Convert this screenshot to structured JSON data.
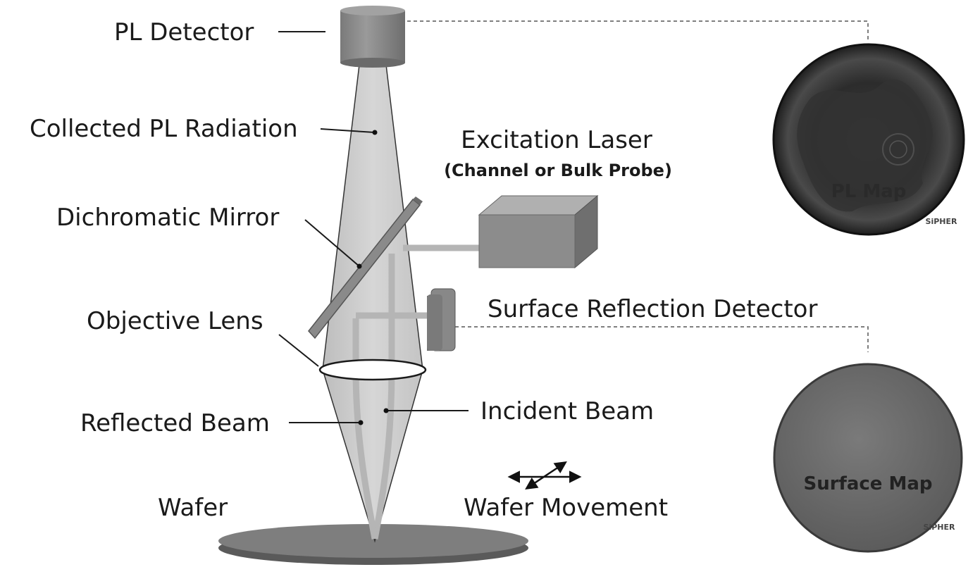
{
  "labels": {
    "pl_detector": "PL Detector",
    "collected_pl_radiation": "Collected PL Radiation",
    "excitation_laser": "Excitation Laser",
    "excitation_laser_sub": "(Channel or Bulk Probe)",
    "dichromatic_mirror": "Dichromatic Mirror",
    "surface_reflection_detector": "Surface Reflection Detector",
    "objective_lens": "Objective Lens",
    "reflected_beam": "Reflected Beam",
    "incident_beam": "Incident Beam",
    "wafer": "Wafer",
    "wafer_movement": "Wafer Movement"
  },
  "maps": {
    "pl_map_label": "PL Map",
    "surface_map_label": "Surface Map",
    "logo_text": "SiPHER"
  },
  "colors": {
    "component_gray": "#8a8a8a",
    "beam_cone": "#cfcfcf",
    "beam_path": "#bdbdbd",
    "pl_map_dark": "#2e2e2e",
    "surface_map": "#6f6f6f"
  }
}
